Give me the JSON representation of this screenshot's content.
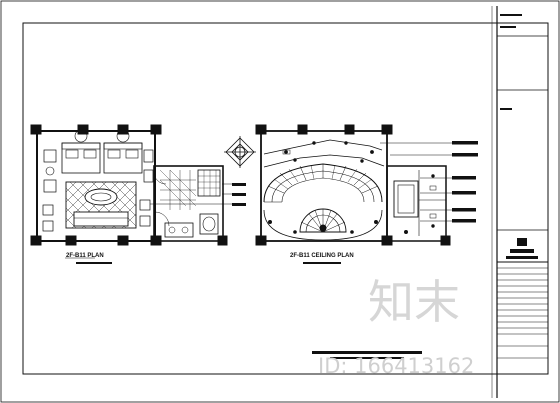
{
  "drawing": {
    "left_plan_caption": "2F-B11 PLAN",
    "right_plan_caption": "2F-B11 CEILING PLAN"
  },
  "watermark": {
    "brand": "知末",
    "id_text": "ID: 166413162"
  },
  "colors": {
    "line": "#111111",
    "watermark": "#d0d0d0"
  }
}
